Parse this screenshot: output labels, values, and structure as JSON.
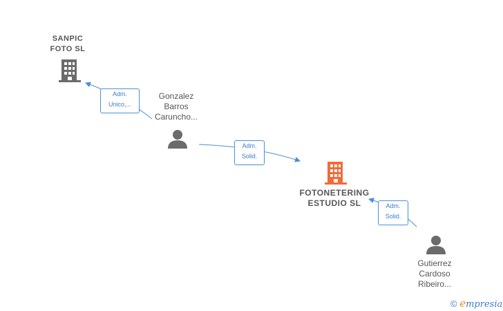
{
  "nodes": {
    "sanpic": {
      "line1": "SANPIC",
      "line2": "FOTO  SL"
    },
    "fotonetering": {
      "line1": "FOTONETERING",
      "line2": "ESTUDIO  SL"
    },
    "gonzalez": {
      "line1": "Gonzalez",
      "line2": "Barros",
      "line3": "Caruncho..."
    },
    "gutierrez": {
      "line1": "Gutierrez",
      "line2": "Cardoso",
      "line3": "Ribeiro..."
    }
  },
  "edges": {
    "gonzalez_sanpic": {
      "line1": "Adm.",
      "line2": "Unico,..."
    },
    "gonzalez_fotonetering": {
      "line1": "Adm.",
      "line2": "Solid."
    },
    "gutierrez_fotonetering": {
      "line1": "Adm.",
      "line2": "Solid."
    }
  },
  "colors": {
    "company_gray": "#6b6b6b",
    "company_focus": "#f26b3a",
    "person": "#6b6b6b",
    "edge": "#4a8fd8"
  },
  "icons": {
    "company": "building-icon",
    "person": "person-icon"
  },
  "brand": {
    "copyright": "©",
    "initial": "e",
    "rest": "mpresia"
  }
}
